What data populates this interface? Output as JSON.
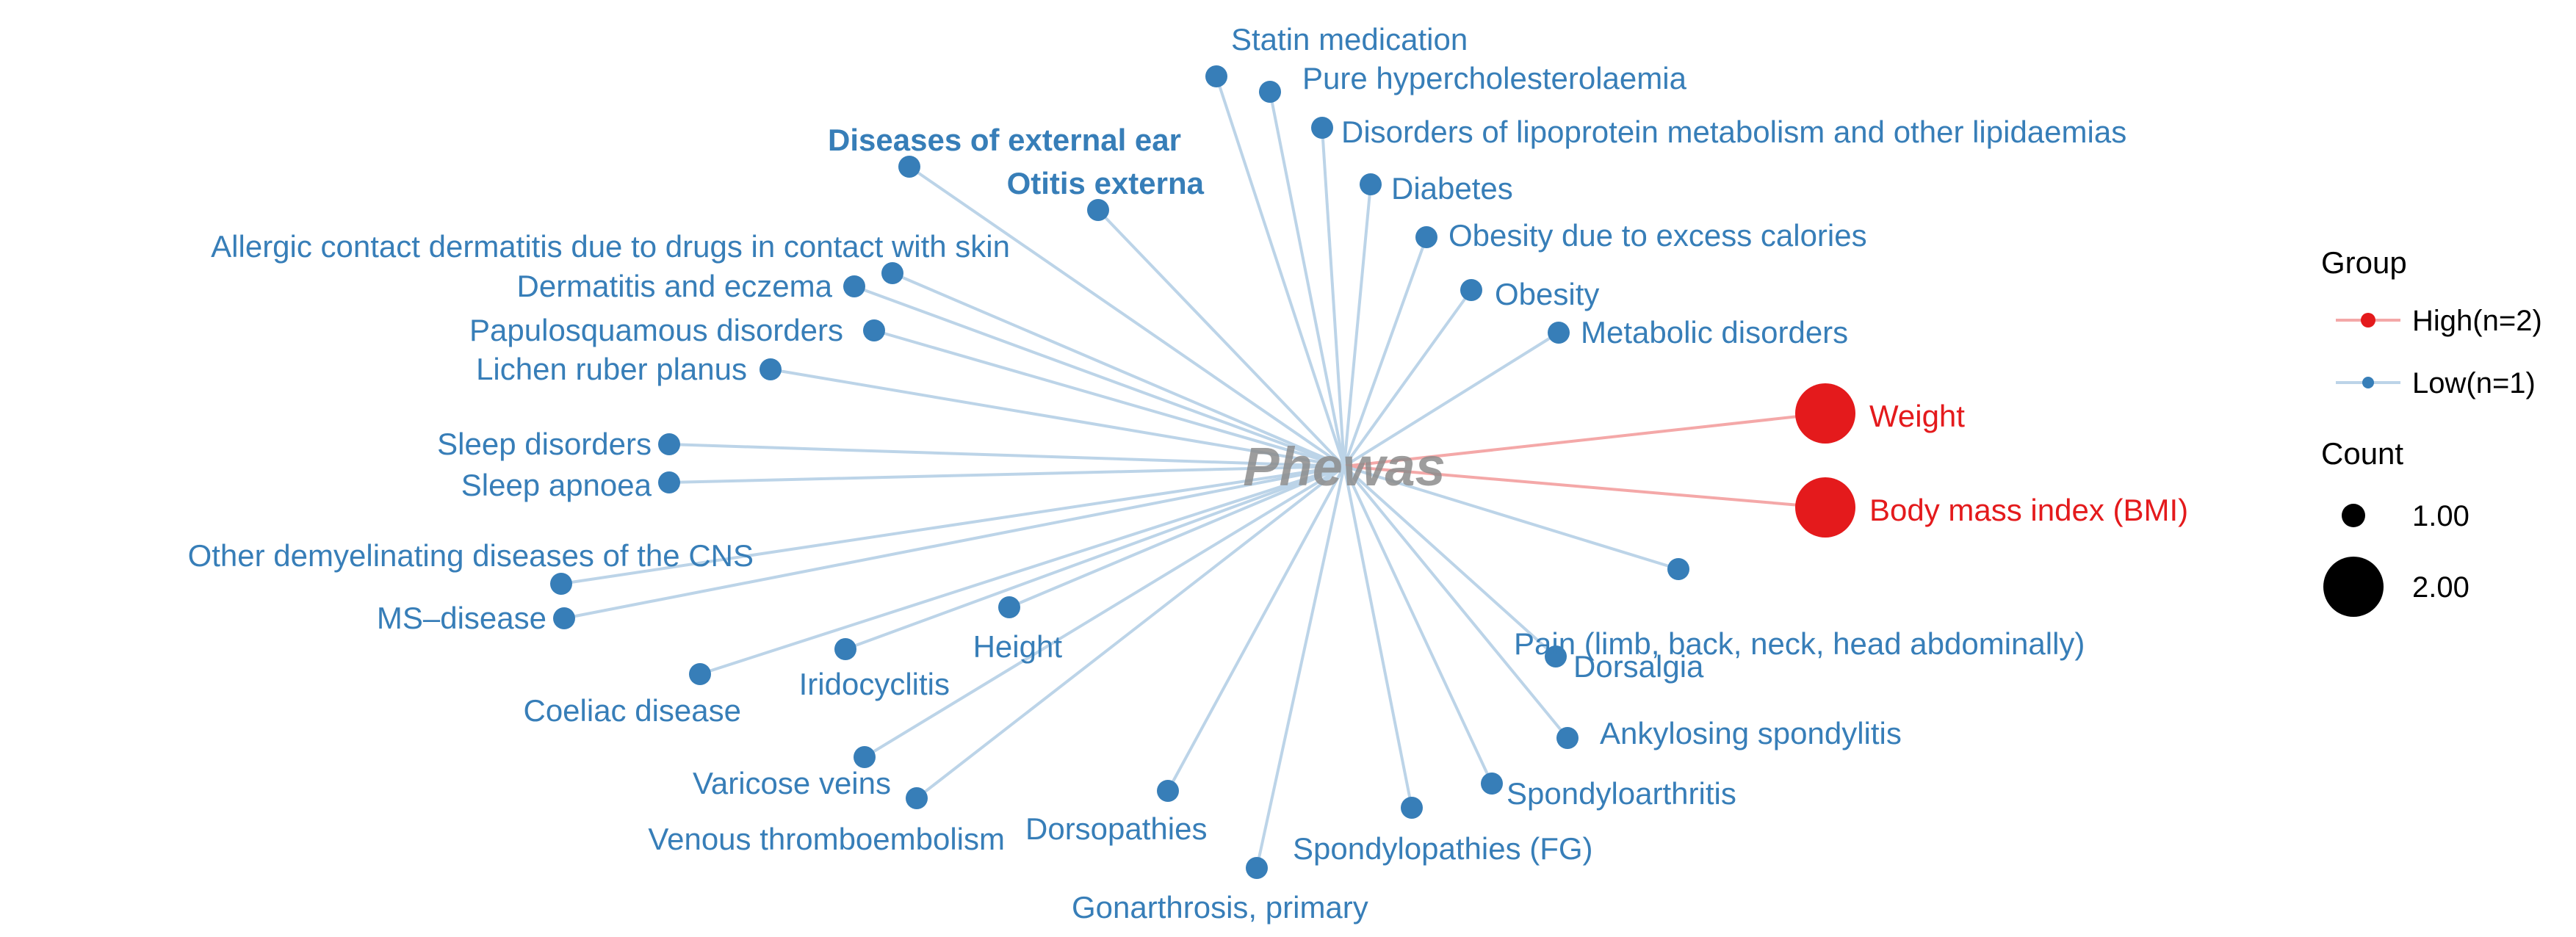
{
  "chart_data": {
    "type": "network",
    "center": {
      "label": "Phewas"
    },
    "nodes": [
      {
        "label": "Statin medication",
        "group": "Low",
        "count": 1
      },
      {
        "label": "Pure hypercholesterolaemia",
        "group": "Low",
        "count": 1
      },
      {
        "label": "Disorders of lipoprotein metabolism and other lipidaemias",
        "group": "Low",
        "count": 1
      },
      {
        "label": "Diabetes",
        "group": "Low",
        "count": 1
      },
      {
        "label": "Obesity due to excess calories",
        "group": "Low",
        "count": 1
      },
      {
        "label": "Obesity",
        "group": "Low",
        "count": 1
      },
      {
        "label": "Metabolic disorders",
        "group": "Low",
        "count": 1
      },
      {
        "label": "Weight",
        "group": "High",
        "count": 2
      },
      {
        "label": "Body mass index (BMI)",
        "group": "High",
        "count": 2
      },
      {
        "label": "Pain (limb, back, neck, head abdominally)",
        "group": "Low",
        "count": 1
      },
      {
        "label": "Dorsalgia",
        "group": "Low",
        "count": 1
      },
      {
        "label": "Ankylosing spondylitis",
        "group": "Low",
        "count": 1
      },
      {
        "label": "Spondyloarthritis",
        "group": "Low",
        "count": 1
      },
      {
        "label": "Spondylopathies (FG)",
        "group": "Low",
        "count": 1
      },
      {
        "label": "Gonarthrosis, primary",
        "group": "Low",
        "count": 1
      },
      {
        "label": "Dorsopathies",
        "group": "Low",
        "count": 1
      },
      {
        "label": "Venous thromboembolism",
        "group": "Low",
        "count": 1
      },
      {
        "label": "Varicose veins",
        "group": "Low",
        "count": 1
      },
      {
        "label": "Coeliac disease",
        "group": "Low",
        "count": 1
      },
      {
        "label": "Iridocyclitis",
        "group": "Low",
        "count": 1
      },
      {
        "label": "Height",
        "group": "Low",
        "count": 1
      },
      {
        "label": "MS–disease",
        "group": "Low",
        "count": 1
      },
      {
        "label": "Other demyelinating diseases of the CNS",
        "group": "Low",
        "count": 1
      },
      {
        "label": "Sleep apnoea",
        "group": "Low",
        "count": 1
      },
      {
        "label": "Sleep disorders",
        "group": "Low",
        "count": 1
      },
      {
        "label": "Lichen ruber planus",
        "group": "Low",
        "count": 1
      },
      {
        "label": "Papulosquamous disorders",
        "group": "Low",
        "count": 1
      },
      {
        "label": "Dermatitis and eczema",
        "group": "Low",
        "count": 1
      },
      {
        "label": "Allergic contact dermatitis due to drugs in contact with skin",
        "group": "Low",
        "count": 1
      },
      {
        "label": "Otitis externa",
        "group": "Low",
        "count": 1,
        "bold": true
      },
      {
        "label": "Diseases of external ear",
        "group": "Low",
        "count": 1,
        "bold": true
      }
    ],
    "legend": {
      "group_title": "Group",
      "groups": [
        {
          "name": "High",
          "label": "High(n=2)",
          "color": "#e41a1c"
        },
        {
          "name": "Low",
          "label": "Low(n=1)",
          "color": "#377eb8"
        }
      ],
      "count_title": "Count",
      "counts": [
        {
          "value": 1,
          "label": "1.00"
        },
        {
          "value": 2,
          "label": "2.00"
        }
      ],
      "placement": "right"
    },
    "colors": {
      "high": "#e41a1c",
      "low": "#377eb8",
      "edge_high": "#f4a8a8",
      "edge_low": "#bcd4e8",
      "center_text": "#8c8c8c"
    }
  }
}
